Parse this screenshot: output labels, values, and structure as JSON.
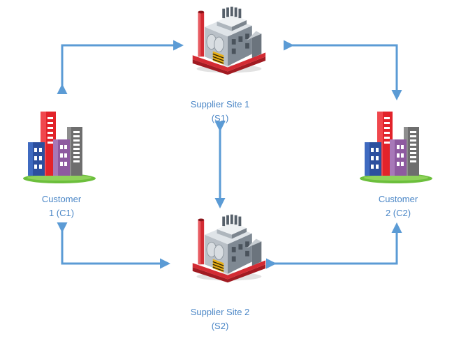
{
  "nodes": {
    "s1": {
      "line1": "Supplier Site 1",
      "line2": "(S1)",
      "icon": "factory-icon"
    },
    "s2": {
      "line1": "Supplier Site 2",
      "line2": "(S2)",
      "icon": "factory-icon"
    },
    "c1": {
      "line1": "Customer",
      "line2": "1 (C1)",
      "icon": "city-buildings-icon"
    },
    "c2": {
      "line1": "Customer",
      "line2": "2 (C2)",
      "icon": "city-buildings-icon"
    }
  },
  "colors": {
    "arrow": "#5b9bd5",
    "label": "#4a86c6"
  }
}
